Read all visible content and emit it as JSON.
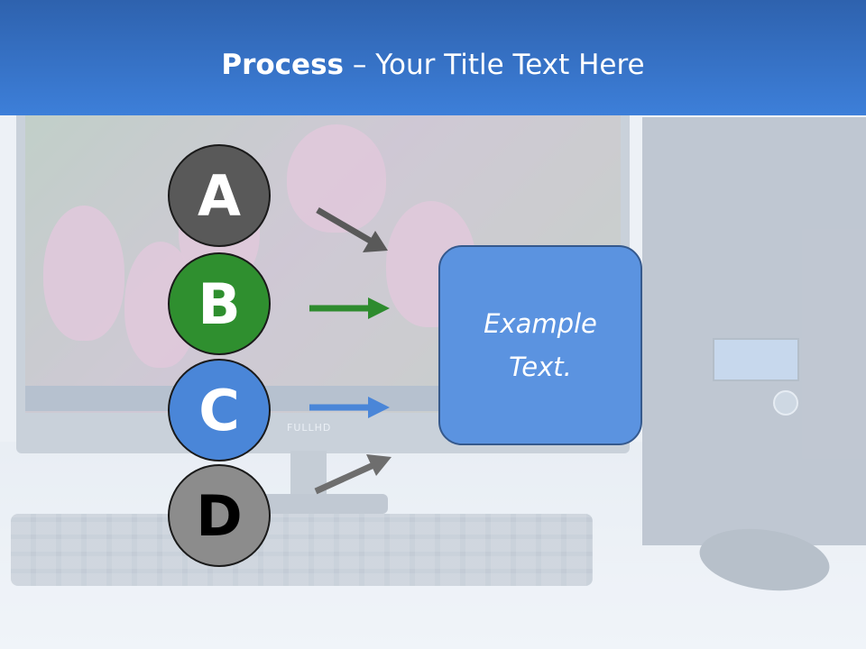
{
  "title": {
    "bold": "Process",
    "rest": " – Your Title Text Here"
  },
  "background_brand": "FULLHD",
  "steps": [
    {
      "letter": "A",
      "color": "#595959",
      "arrow_color": "#595959"
    },
    {
      "letter": "B",
      "color": "#2f8f2f",
      "arrow_color": "#2e8b2e"
    },
    {
      "letter": "C",
      "color": "#4a86d8",
      "arrow_color": "#4a86d8"
    },
    {
      "letter": "D",
      "color": "#8c8c8c",
      "arrow_color": "#6e6e6e"
    }
  ],
  "target_box": {
    "text": "Example Text.",
    "color": "#5b93e0"
  },
  "colors": {
    "banner": "#3d7fd9",
    "title_text": "#ffffff"
  }
}
